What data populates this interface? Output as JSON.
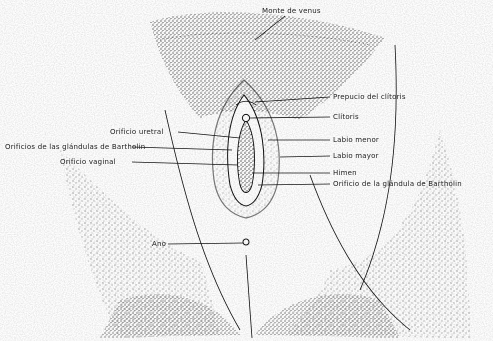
{
  "diagram": {
    "labels": {
      "monte": "Monte de venus",
      "prepucio": "Prepucio del clítoris",
      "clitoris": "Clítoris",
      "labio_menor": "Labio menor",
      "labio_mayor": "Labio mayor",
      "himen": "Himen",
      "orificio_bartholin_right": "Orificio de la glándula de Bartholin",
      "orificio_uretral": "Orificio uretral",
      "orificios_bartholin_left": "Orificios de las glándulas de Bartholin",
      "orificio_vaginal": "Orificio vaginal",
      "ano": "Ano"
    },
    "ink_color": "#111111",
    "paper_color": "#ffffff"
  }
}
